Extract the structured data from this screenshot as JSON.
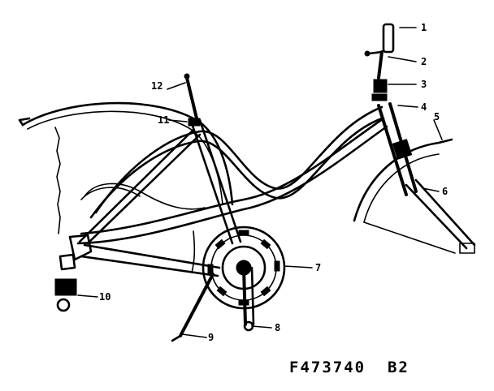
{
  "callouts": [
    "1",
    "2",
    "3",
    "4",
    "5",
    "6",
    "7",
    "8",
    "9",
    "10",
    "11",
    "12"
  ],
  "drawing_code": "F473740  B2",
  "colors": {
    "ink": "#000000",
    "paper": "#ffffff"
  }
}
